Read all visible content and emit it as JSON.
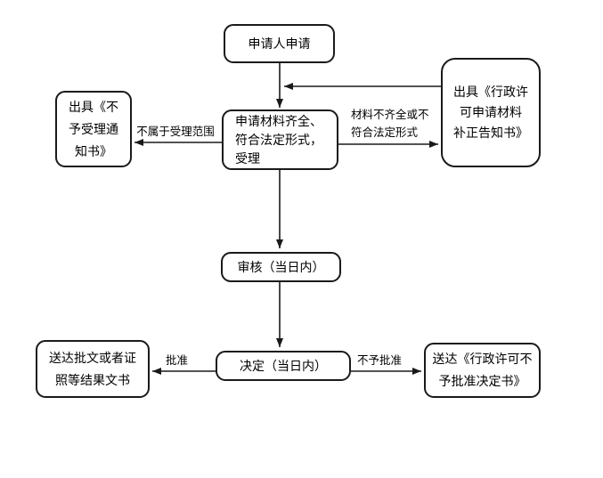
{
  "flowchart": {
    "nodes": {
      "apply": {
        "label": "申请人申请"
      },
      "accept": {
        "label": "申请材料齐全、\n符合法定形式，\n受理"
      },
      "reject_notice": {
        "label": "出具《不\n予受理通\n知书》"
      },
      "supplement_notice": {
        "label": "出具《行政许\n可申请材料\n补正告知书》"
      },
      "review": {
        "label": "审核（当日内）"
      },
      "decision": {
        "label": "决定（当日内）"
      },
      "deliver_approval": {
        "label": "送达批文或者证\n照等结果文书"
      },
      "deliver_rejection": {
        "label": "送达《行政许可不\n予批准决定书》"
      }
    },
    "edge_labels": {
      "not_in_scope": "不属于受理范围",
      "materials_incomplete": "材料不齐全或不\n符合法定形式",
      "approved": "批准",
      "not_approved": "不予批准"
    },
    "colors": {
      "background": "#ffffff",
      "line": "#1a1a1a",
      "box_border": "#1a1a1a",
      "text": "#000000"
    }
  }
}
